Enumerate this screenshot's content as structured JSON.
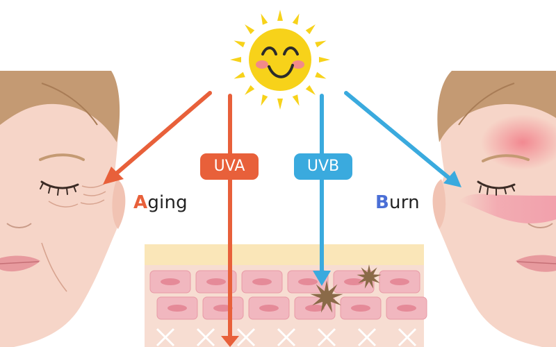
{
  "colors": {
    "uva": "#e8603a",
    "uvb": "#3aaade",
    "aging_initial": "#e8603a",
    "burn_initial": "#4a6fd6",
    "sun": "#f7d21a",
    "skin": "#f6d5c8",
    "hair": "#c49a73"
  },
  "rays": {
    "uva_label": "UVA",
    "uvb_label": "UVB"
  },
  "effects": {
    "aging_initial": "A",
    "aging_rest": "ging",
    "burn_initial": "B",
    "burn_rest": "urn"
  },
  "icons": [
    "smiling-sun-icon",
    "aged-face-icon",
    "sunburned-face-icon",
    "skin-layers-icon",
    "damage-spot-icon"
  ]
}
